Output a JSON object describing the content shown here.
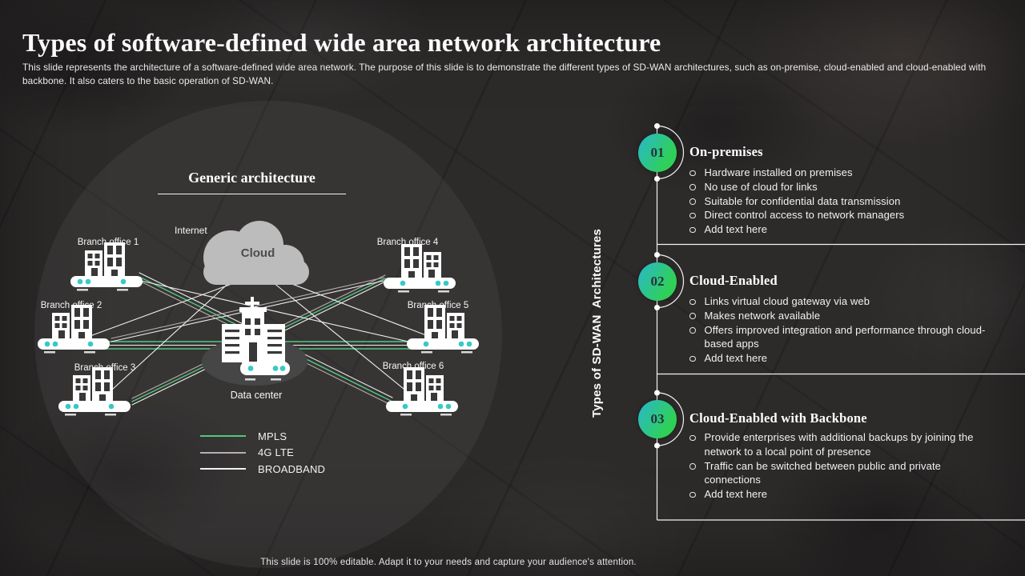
{
  "header": {
    "title": "Types of software-defined wide area network architecture",
    "description": "This slide represents the architecture of a software-defined wide area network. The purpose of this slide is to demonstrate the different types of SD-WAN architectures, such as on-premise, cloud-enabled and cloud-enabled with backbone. It also caters to the basic operation of SD-WAN."
  },
  "diagram": {
    "title": "Generic architecture",
    "internet_label": "Internet",
    "cloud_label": "Cloud",
    "datacenter_label": "Data center",
    "branches": [
      "Branch office 1",
      "Branch office 2",
      "Branch office 3",
      "Branch office 4",
      "Branch office 5",
      "Branch office 6"
    ],
    "legend": [
      {
        "label": "MPLS",
        "color": "#4fca80"
      },
      {
        "label": "4G LTE",
        "color": "#b9aeae"
      },
      {
        "label": "BROADBAND",
        "color": "#f2f2f2"
      }
    ]
  },
  "vertical_title": "Types of SD-WAN  Architectures",
  "timeline": {
    "sections": [
      {
        "number": "01",
        "heading": "On-premises",
        "bullets": [
          "Hardware installed on premises",
          "No use of cloud for links",
          "Suitable for confidential data transmission",
          "Direct control access to network managers",
          "Add text here"
        ]
      },
      {
        "number": "02",
        "heading": "Cloud-Enabled",
        "bullets": [
          "Links virtual cloud gateway via web",
          "Makes network available",
          "Offers improved integration and performance through cloud-based apps",
          "Add text here"
        ]
      },
      {
        "number": "03",
        "heading": "Cloud-Enabled with Backbone",
        "bullets": [
          "Provide enterprises with additional backups by joining the network to a local point of presence",
          "Traffic can be switched between public and private connections",
          "Add text here"
        ]
      }
    ]
  },
  "footer": {
    "note": "This slide is 100% editable. Adapt it to your needs and capture your audience's attention."
  },
  "colors": {
    "background": "#2d2a2a",
    "accent_teal": "#2ab8c6",
    "accent_green": "#2fd058",
    "mpls_green": "#4fca80",
    "lte_gray": "#b9aeae",
    "broadband_white": "#f2f2f2",
    "cloud_gray": "#bcbcbc"
  }
}
